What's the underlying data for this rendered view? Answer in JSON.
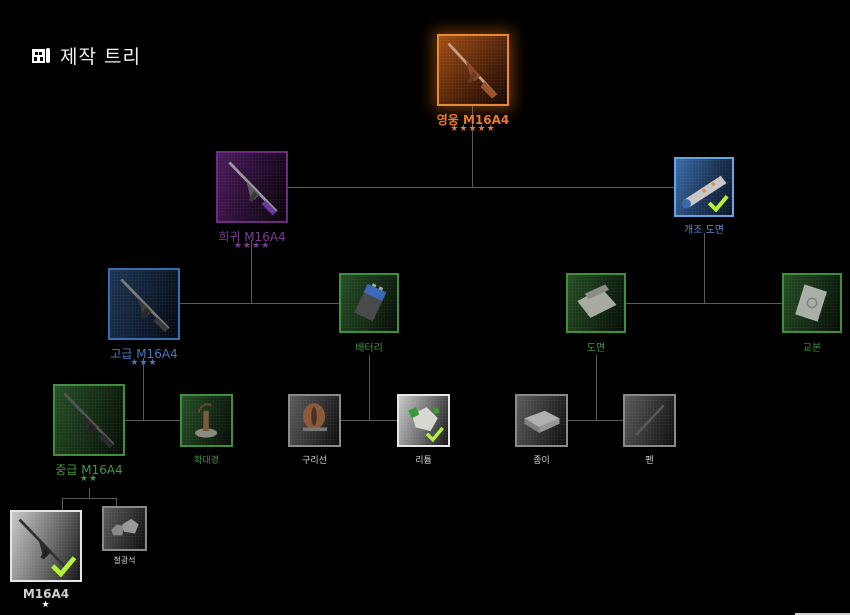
{
  "header": {
    "title": "제작 트리",
    "icon": "crafting-tree-icon"
  },
  "colors": {
    "legendary": "#e88a30",
    "epic": "#6d2a80",
    "rare": "#3c6cb0",
    "blueprint": "#6aa2e6",
    "uncommon": "#3f8f3f",
    "material": "#8a8a8a",
    "common": "#e6e6e6",
    "check": "#b6f03a",
    "connector": "#5a5a5a"
  },
  "nodes": {
    "legendary_m16": {
      "label": "영웅 M16A4",
      "stars": "★★★★★",
      "tier": 5,
      "completed": false,
      "icon": "rifle-icon"
    },
    "epic_m16": {
      "label": "희귀 M16A4",
      "stars": "★★★★",
      "tier": 4,
      "completed": false,
      "icon": "rifle-icon"
    },
    "mod_blueprint": {
      "label": "개조 도면",
      "completed": true,
      "icon": "blueprint-tube-icon"
    },
    "rare_m16": {
      "label": "고급 M16A4",
      "stars": "★★★",
      "tier": 3,
      "completed": false,
      "icon": "rifle-icon"
    },
    "battery": {
      "label": "배터리",
      "completed": false,
      "icon": "battery-icon"
    },
    "blueprint": {
      "label": "도면",
      "completed": false,
      "icon": "blueprint-paper-icon"
    },
    "manual": {
      "label": "교본",
      "completed": false,
      "icon": "manual-book-icon"
    },
    "uncommon_m16": {
      "label": "중급 M16A4",
      "stars": "★★",
      "tier": 2,
      "completed": false,
      "icon": "rifle-icon"
    },
    "magnifier": {
      "label": "확대경",
      "completed": false,
      "icon": "magnifier-icon"
    },
    "copper_wire": {
      "label": "구리선",
      "completed": false,
      "icon": "copper-coil-icon"
    },
    "lithium": {
      "label": "리튬",
      "completed": true,
      "icon": "lithium-icon"
    },
    "paper": {
      "label": "종이",
      "completed": false,
      "icon": "paper-stack-icon"
    },
    "pen": {
      "label": "펜",
      "completed": false,
      "icon": "pen-icon"
    },
    "common_m16": {
      "label": "M16A4",
      "stars": "★",
      "tier": 1,
      "completed": true,
      "icon": "rifle-icon"
    },
    "iron_ore": {
      "label": "철광석",
      "completed": false,
      "icon": "iron-ore-icon"
    }
  }
}
